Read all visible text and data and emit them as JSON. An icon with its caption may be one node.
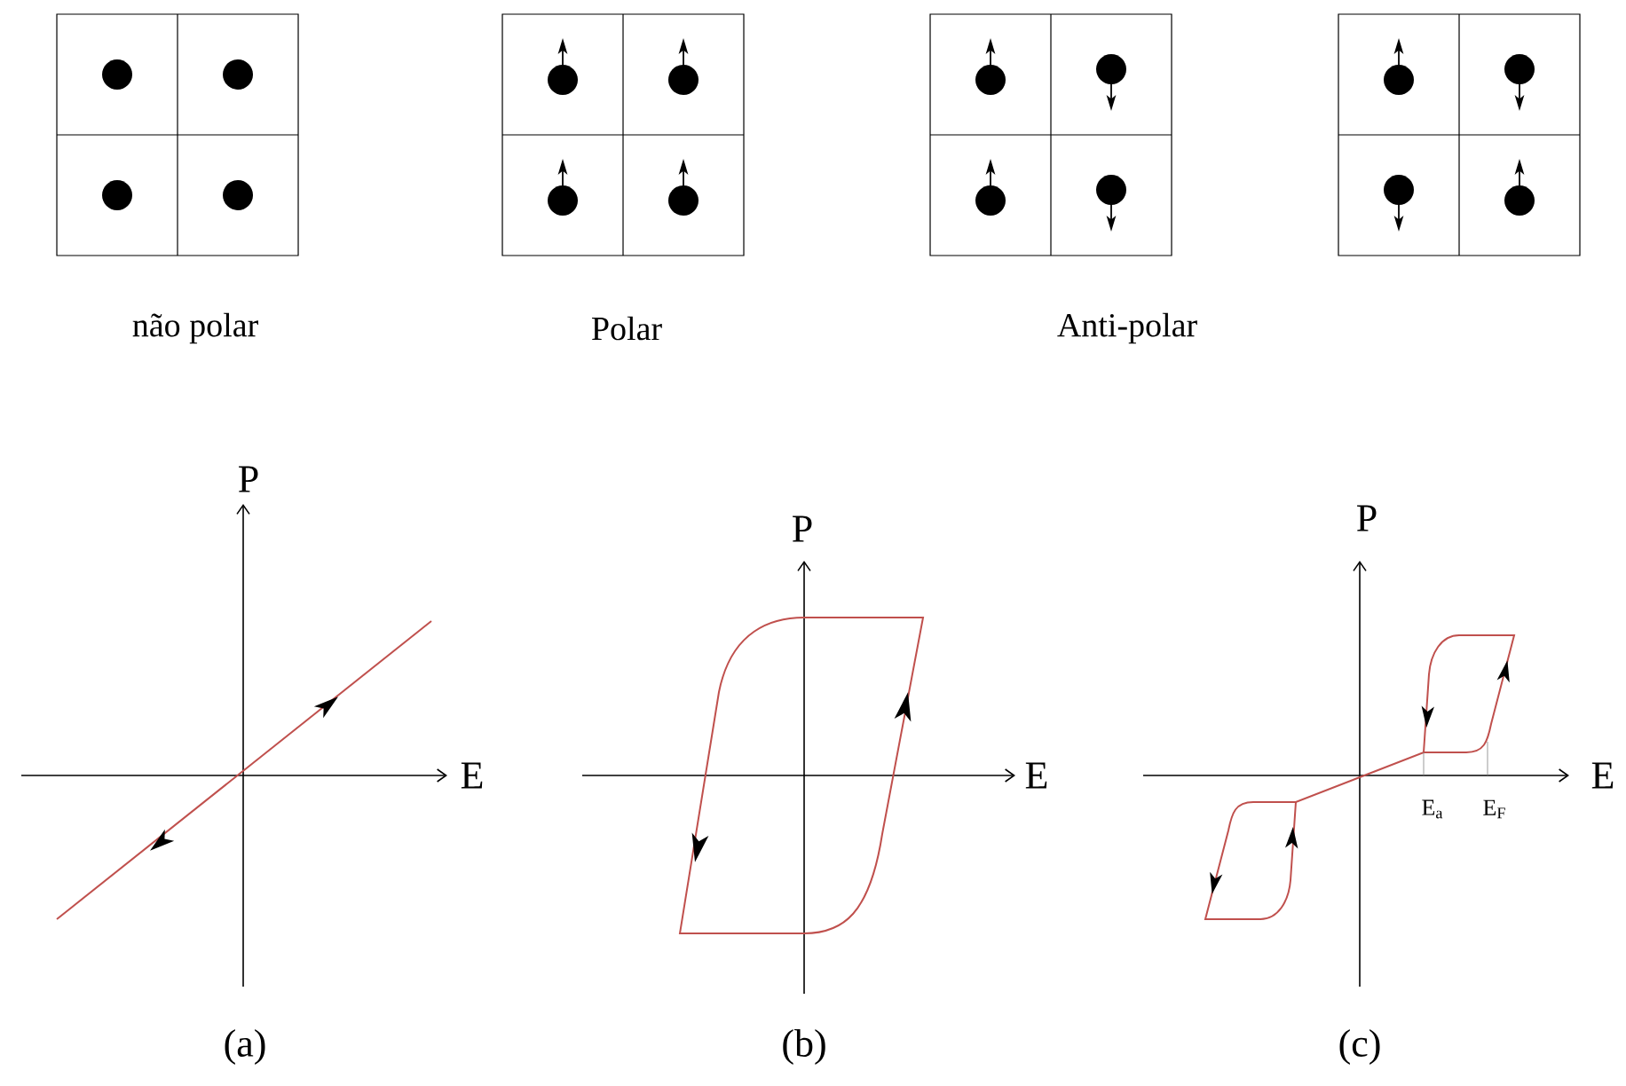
{
  "diagram": {
    "labels": [
      "não polar",
      "Polar",
      "Anti-polar",
      "P",
      "P",
      "P",
      "E",
      "E",
      "E",
      "E$_{a}$",
      "E$_{F}$",
      "(a)",
      "(b)",
      "(c)"
    ]
  }
}
